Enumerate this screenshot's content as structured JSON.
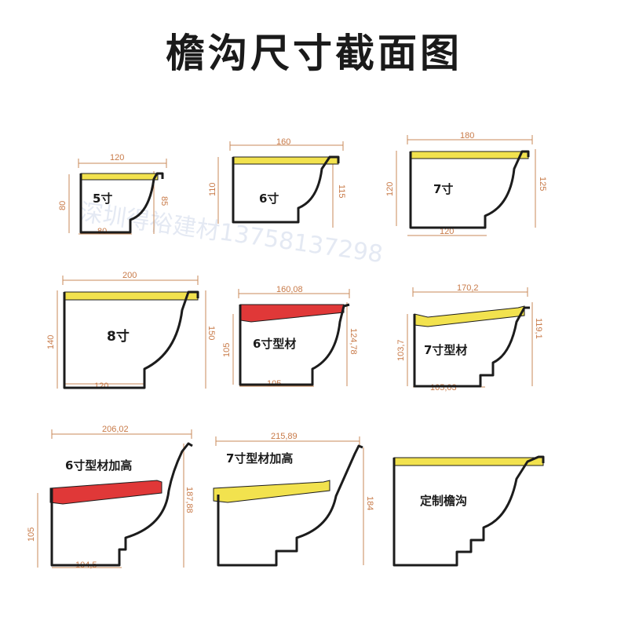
{
  "title": "檐沟尺寸截面图",
  "watermark": "深圳得裕建材13758137298",
  "colors": {
    "yellow": "#f2e24e",
    "red": "#e03838",
    "dimension": "#c88a5a",
    "outline": "#1c1c1c"
  },
  "profiles": [
    {
      "id": "p5",
      "label": "5寸",
      "top": "120",
      "bottom": "80",
      "left": "80",
      "right": "85"
    },
    {
      "id": "p6",
      "label": "6寸",
      "top": "160",
      "left": "110",
      "right": "115"
    },
    {
      "id": "p7",
      "label": "7寸",
      "top": "180",
      "bottom": "120",
      "left": "120",
      "right": "125"
    },
    {
      "id": "p8",
      "label": "8寸",
      "top": "200",
      "bottom": "120",
      "left": "140",
      "right": "150"
    },
    {
      "id": "p6x",
      "label": "6寸型材",
      "top": "160,08",
      "bottom": "105",
      "left": "105",
      "right": "124,78"
    },
    {
      "id": "p7x",
      "label": "7寸型材",
      "top": "170,2",
      "bottom": "105,03",
      "left": "103,7",
      "right": "119,1"
    },
    {
      "id": "p6xg",
      "label": "6寸型材加高",
      "top": "206,02",
      "bottom": "104,5",
      "left": "105",
      "right": "187,88"
    },
    {
      "id": "p7xg",
      "label": "7寸型材加高",
      "top": "215,89",
      "right": "184"
    },
    {
      "id": "pc",
      "label": "定制檐沟"
    }
  ]
}
